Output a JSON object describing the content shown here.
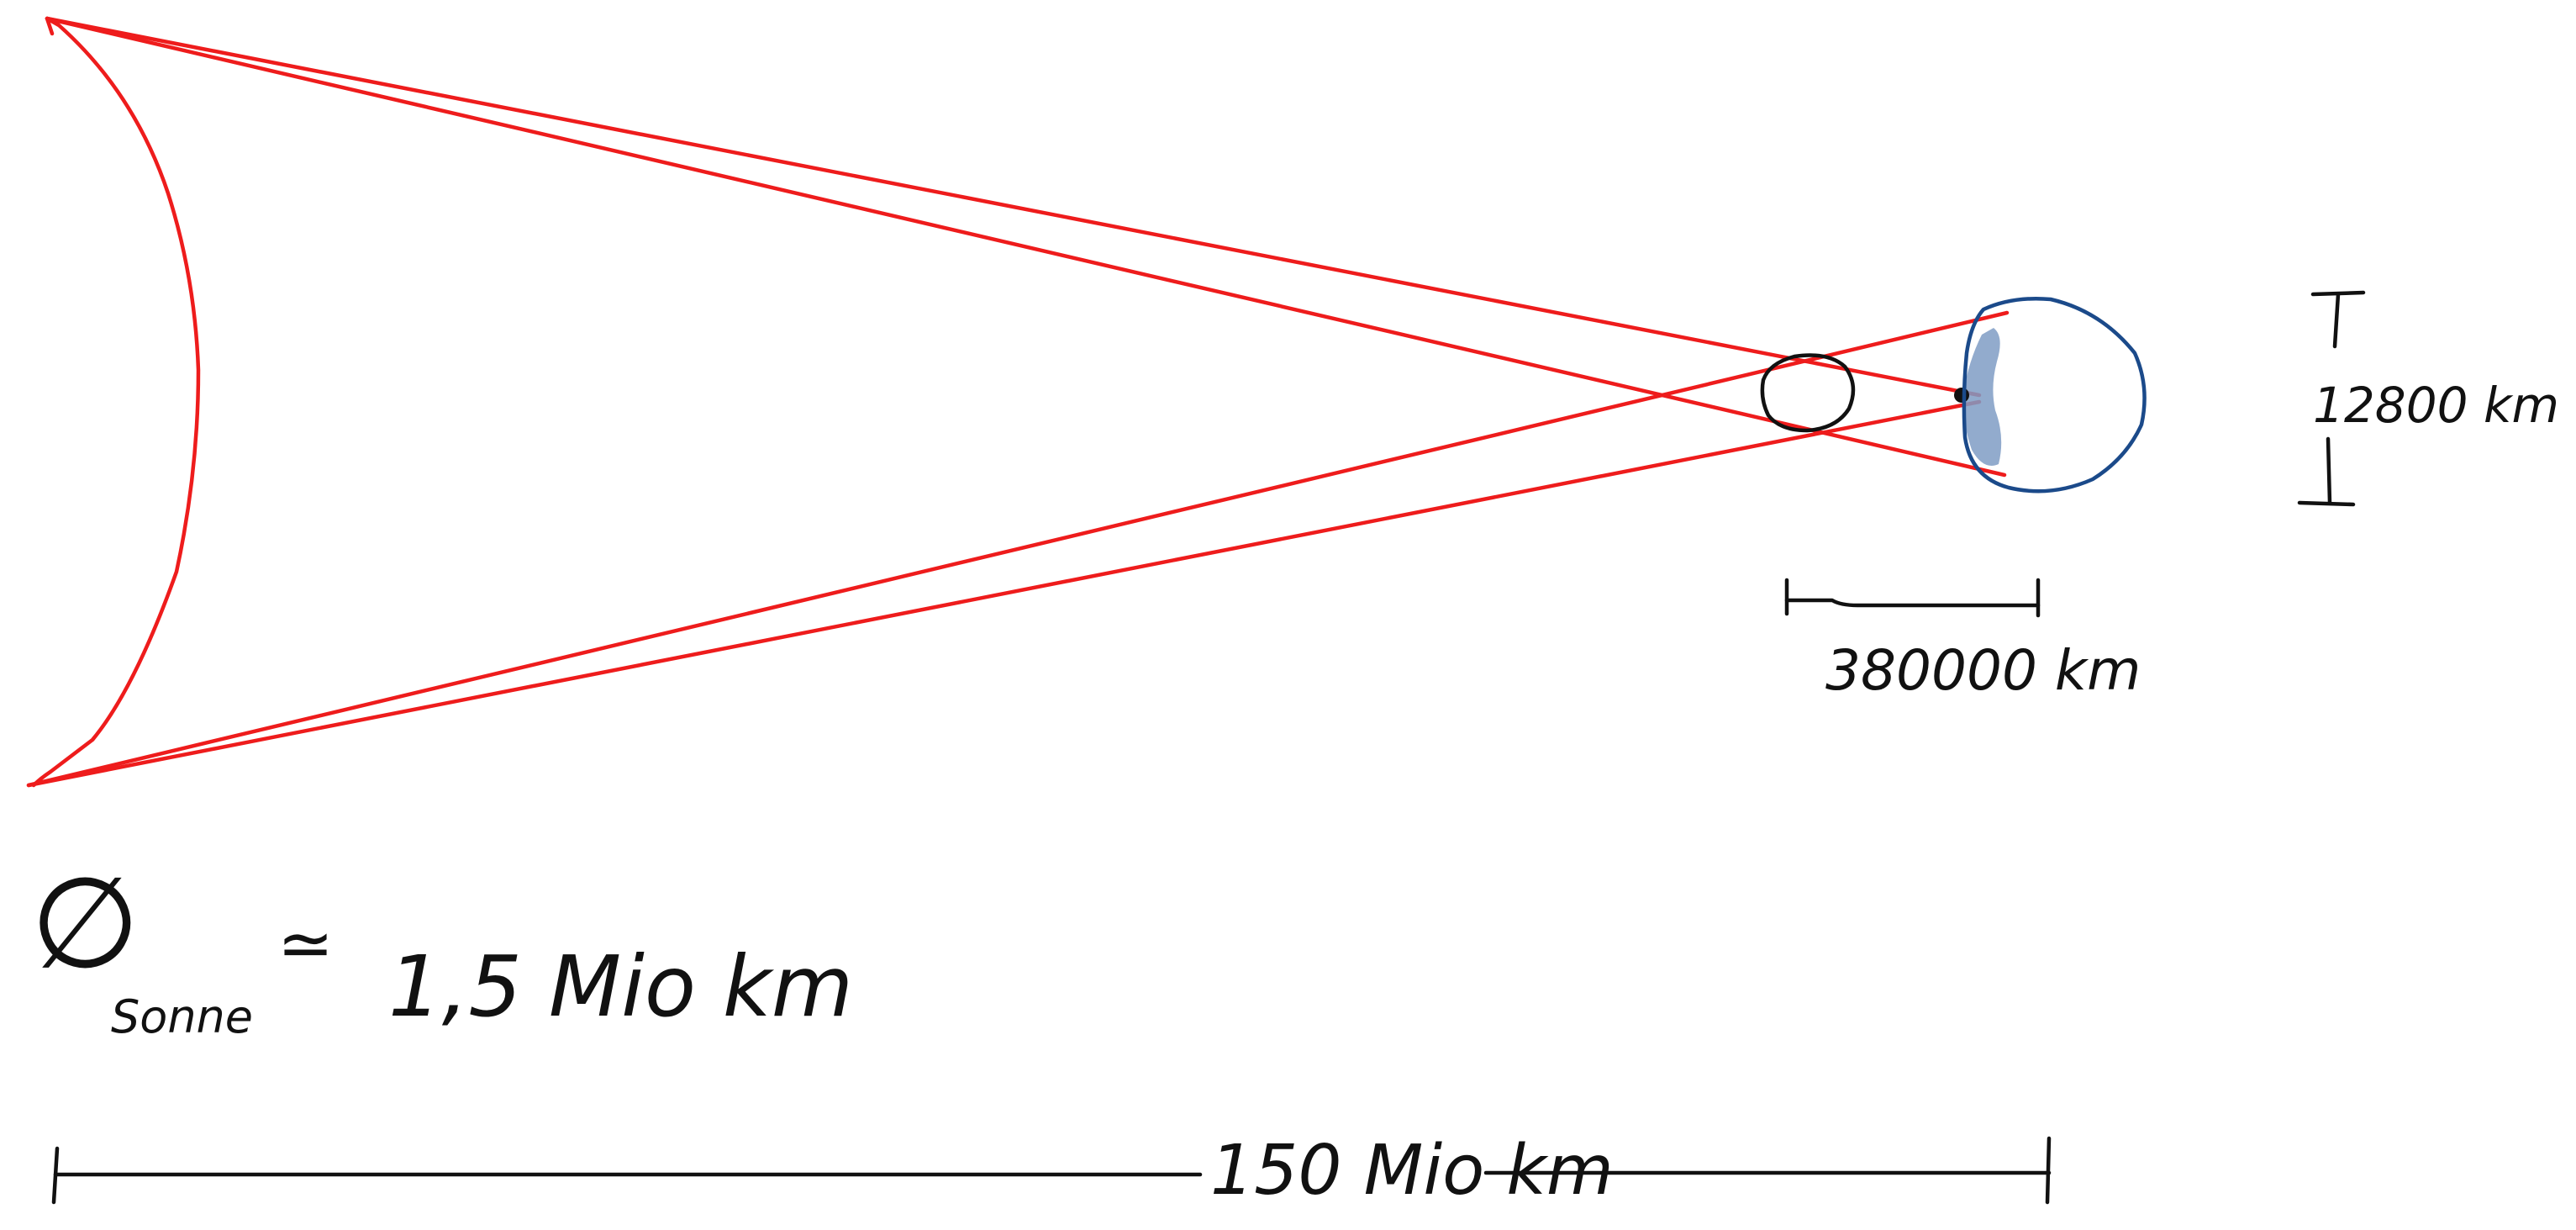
{
  "labels": {
    "earth_diameter": "12800 km",
    "earth_moon_distance": "380000 km",
    "sun_diameter_symbol": "∅",
    "sun_subscript": "Sonne",
    "approx_symbol": "≃",
    "sun_diameter_value": "1,5 Mio km",
    "sun_earth_distance": "150 Mio km"
  },
  "colors": {
    "rays": "#ee1c1c",
    "ink": "#111111",
    "earth": "#1b4a8a",
    "shadow": "#7f9cc4"
  }
}
